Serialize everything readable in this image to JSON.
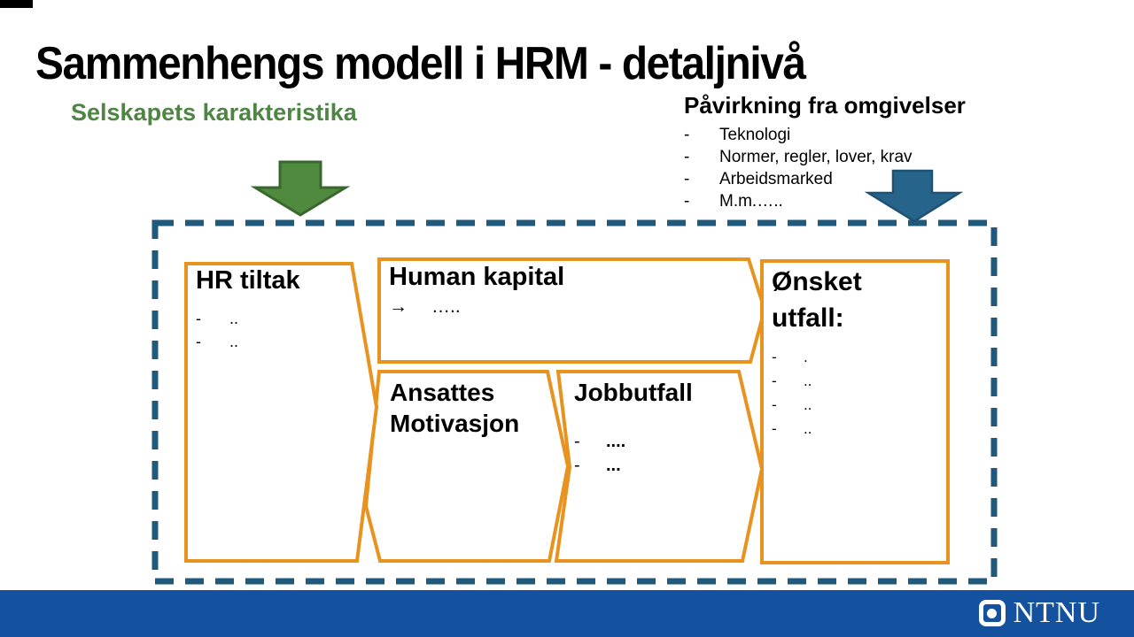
{
  "title": "Sammenhengs modell i HRM - detaljnivå",
  "subtitle": "Selskapets karakteristika",
  "environment": {
    "heading": "Påvirkning fra omgivelser",
    "dash": "-",
    "items": [
      "Teknologi",
      "Normer,  regler, lover, krav",
      "Arbeidsmarked",
      "M.m.….."
    ]
  },
  "diagram": {
    "hr_tiltak": {
      "title": "HR tiltak",
      "dash": "-",
      "bullets": [
        "..",
        ".."
      ]
    },
    "human_kapital": {
      "title": "Human kapital",
      "arrow": "→",
      "dots": "….."
    },
    "ansattes_motivasjon": {
      "line1": "Ansattes",
      "line2": "Motivasjon"
    },
    "jobbutfall": {
      "title": "Jobbutfall",
      "dash": "-",
      "bullets": [
        "....",
        "..."
      ]
    },
    "onsket_utfall": {
      "line1": "Ønsket",
      "line2": "utfall:",
      "dash": "-",
      "bullets": [
        ".",
        "..",
        "..",
        ".."
      ]
    }
  },
  "footer": {
    "brand": "NTNU"
  },
  "colors": {
    "orange": "#e89320",
    "dash-blue": "#1f5a7d",
    "arrow-blue": "#26648c",
    "arrow-green": "#4f8a3e",
    "green": "#4e8444",
    "bar-blue": "#14519e"
  }
}
